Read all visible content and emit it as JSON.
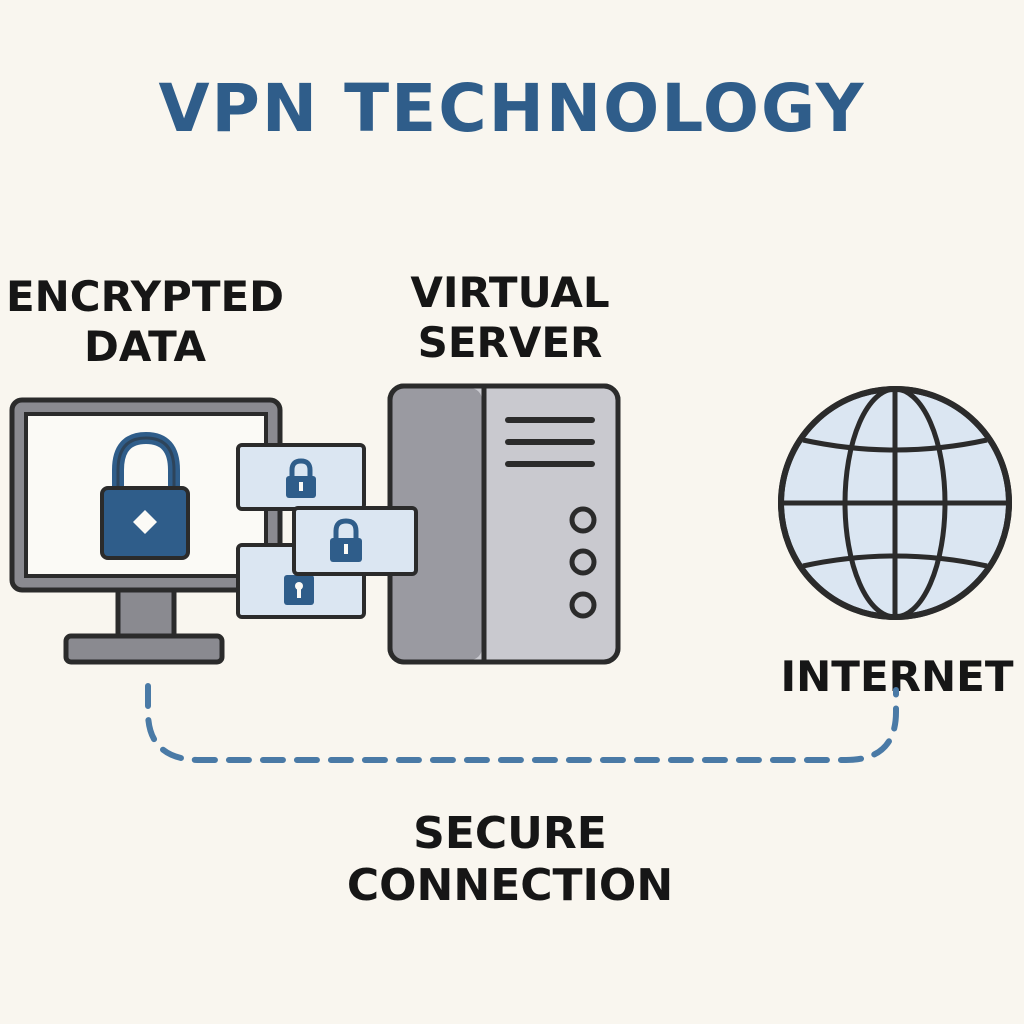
{
  "title": "VPN TECHNOLOGY",
  "labels": {
    "encrypted_data": [
      "ENCRYPTED",
      "DATA"
    ],
    "virtual_server": [
      "VIRTUAL",
      "SERVER"
    ],
    "internet": "INTERNET",
    "secure_connection": [
      "SECURE",
      "CONNECTION"
    ]
  },
  "colors": {
    "background": "#f9f6ef",
    "title": "#2f5d8a",
    "accent_blue": "#2f5d8a",
    "light_blue": "#dbe6f2",
    "outline": "#2b2b2b",
    "server_gray": "#b9b9bf",
    "monitor_gray": "#8a8a90",
    "connection_line": "#4a7aa6"
  },
  "icons": [
    "monitor-icon",
    "padlock-icon",
    "data-packet-icon",
    "server-icon",
    "globe-icon"
  ]
}
